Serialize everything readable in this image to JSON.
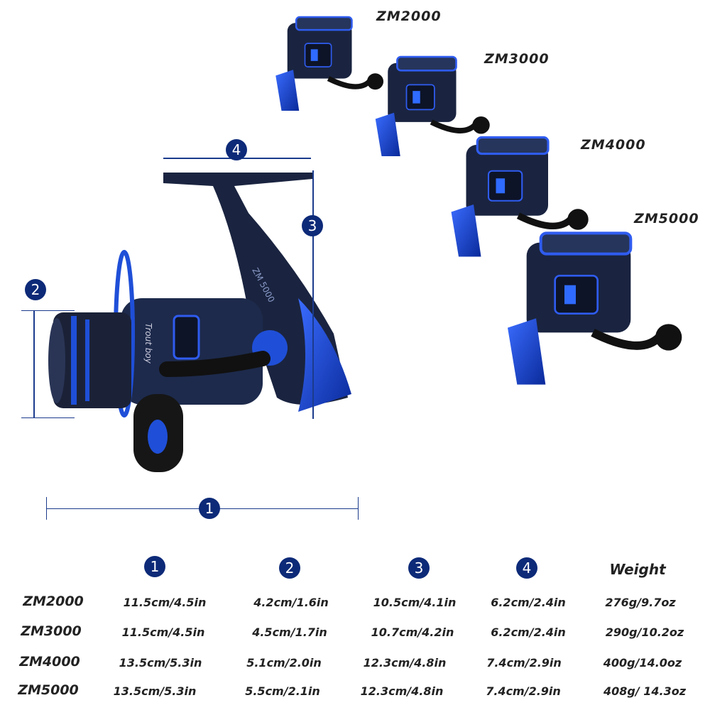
{
  "brand_logo": "Trout boy",
  "main_reel_model_print": "ZM 5000",
  "models": [
    "ZM2000",
    "ZM3000",
    "ZM4000",
    "ZM5000"
  ],
  "dimension_markers": [
    "1",
    "2",
    "3",
    "4"
  ],
  "table": {
    "headers": [
      "1",
      "2",
      "3",
      "4",
      "Weight"
    ],
    "rows": [
      {
        "model": "ZM2000",
        "values": [
          "11.5cm/4.5in",
          "4.2cm/1.6in",
          "10.5cm/4.1in",
          "6.2cm/2.4in",
          "276g/9.7oz"
        ]
      },
      {
        "model": "ZM3000",
        "values": [
          "11.5cm/4.5in",
          "4.5cm/1.7in",
          "10.7cm/4.2in",
          "6.2cm/2.4in",
          "290g/10.2oz"
        ]
      },
      {
        "model": "ZM4000",
        "values": [
          "13.5cm/5.3in",
          "5.1cm/2.0in",
          "12.3cm/4.8in",
          "7.4cm/2.9in",
          "400g/14.0oz"
        ]
      },
      {
        "model": "ZM5000",
        "values": [
          "13.5cm/5.3in",
          "5.5cm/2.1in",
          "12.3cm/4.8in",
          "7.4cm/2.9in",
          "408g/ 14.3oz"
        ]
      }
    ]
  },
  "colors": {
    "reel_body": "#1a2440",
    "reel_accent": "#1f4fd8",
    "badge": "#0d2a78",
    "dimension_line": "#1b3b8c"
  }
}
